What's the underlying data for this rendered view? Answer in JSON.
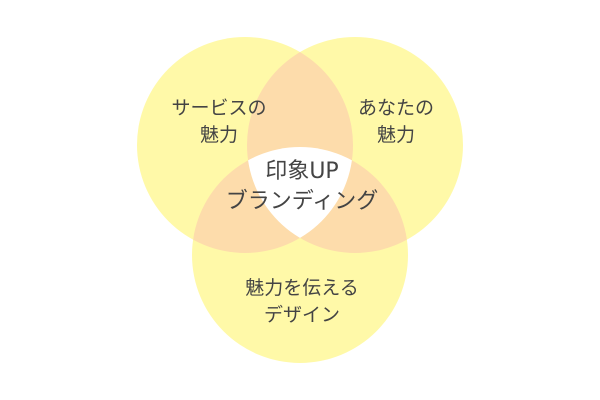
{
  "colors": {
    "circle": "#fff9a8",
    "overlap": "#fddcab",
    "center": "#ffffff",
    "text": "#444444"
  },
  "circles": [
    {
      "id": "left",
      "lines": [
        "サービスの",
        "魅力"
      ]
    },
    {
      "id": "right",
      "lines": [
        "あなたの",
        "魅力"
      ]
    },
    {
      "id": "bottom",
      "lines": [
        "魅力を伝える",
        "デザイン"
      ]
    }
  ],
  "center": {
    "lines": [
      "印象UP",
      "ブランディング"
    ]
  }
}
